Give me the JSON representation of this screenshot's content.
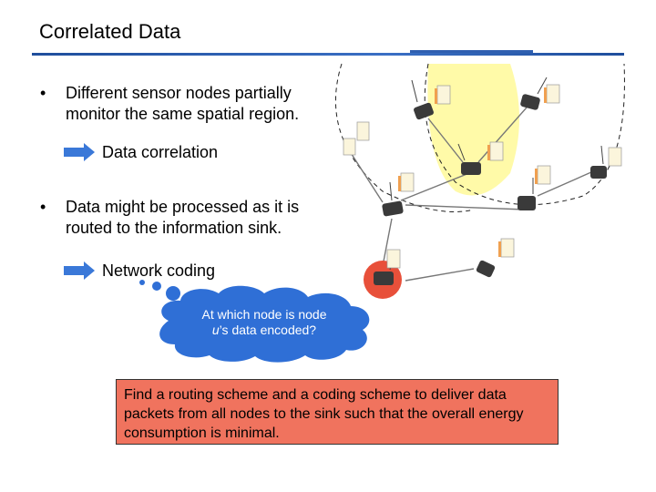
{
  "slide": {
    "title": "Correlated Data",
    "bullets": [
      {
        "marker": "•",
        "line1": "Different sensor nodes partially",
        "line2": "monitor the same spatial region."
      },
      {
        "marker": "•",
        "line1": "Data might be processed as it is",
        "line2": "routed to the information sink."
      }
    ],
    "sub_items": [
      "Data correlation",
      "Network coding"
    ],
    "cloud": {
      "line1": "At which node is node",
      "line2_italic": "u",
      "line2_rest": "’s data encoded?"
    },
    "box_text": "Find a routing scheme and a coding scheme to deliver data packets from all nodes to the sink such that the overall energy consumption is minimal."
  },
  "colors": {
    "accent_bar": "#1f4e9c",
    "arrow_blue": "#3a78d8",
    "cloud_blue": "#2f6fd6",
    "sink_red": "#e8503a",
    "highlight_yellow": "#fffaa8",
    "box_fill": "#f0735e"
  },
  "icons": [
    "sensor-node-icon",
    "data-document-icon",
    "cloud-callout-icon",
    "arrow-right-icon"
  ]
}
